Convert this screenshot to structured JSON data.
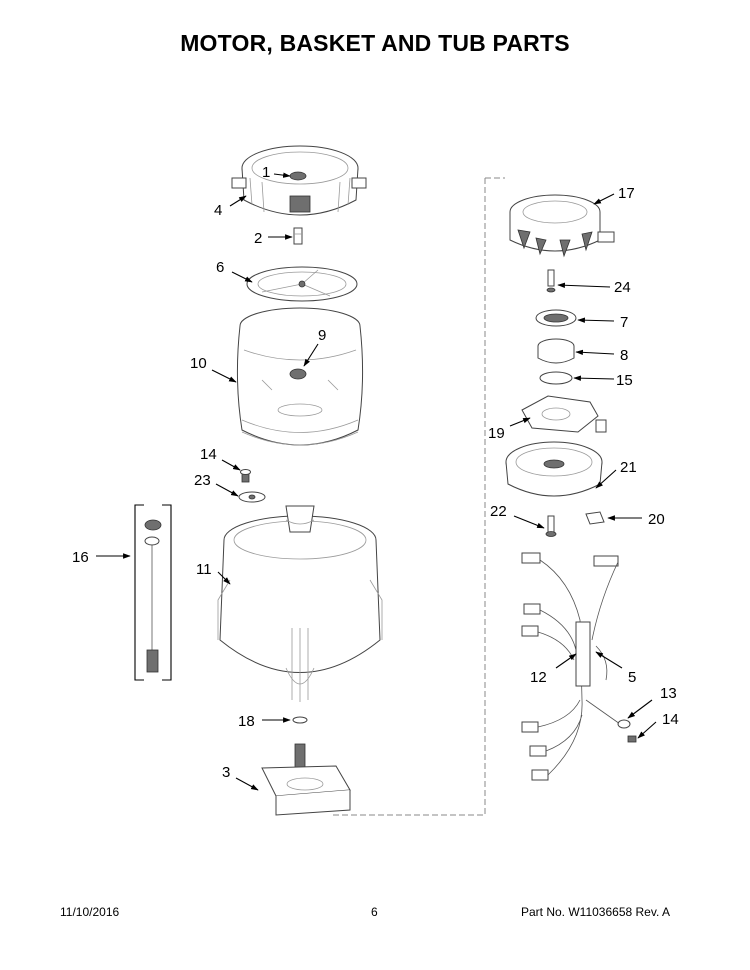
{
  "page": {
    "title": "MOTOR, BASKET AND TUB PARTS",
    "date": "11/10/2016",
    "page_number": "6",
    "part_no": "Part No.  W11036658  Rev.  A"
  },
  "callouts": {
    "c1": "1",
    "c2": "2",
    "c3": "3",
    "c4": "4",
    "c5": "5",
    "c6": "6",
    "c7": "7",
    "c8": "8",
    "c9": "9",
    "c10": "10",
    "c11": "11",
    "c12": "12",
    "c13": "13",
    "c14_top": "14",
    "c14_bottom": "14",
    "c15": "15",
    "c16": "16",
    "c17": "17",
    "c18": "18",
    "c19": "19",
    "c20": "20",
    "c21": "21",
    "c22": "22",
    "c23": "23",
    "c24": "24"
  }
}
